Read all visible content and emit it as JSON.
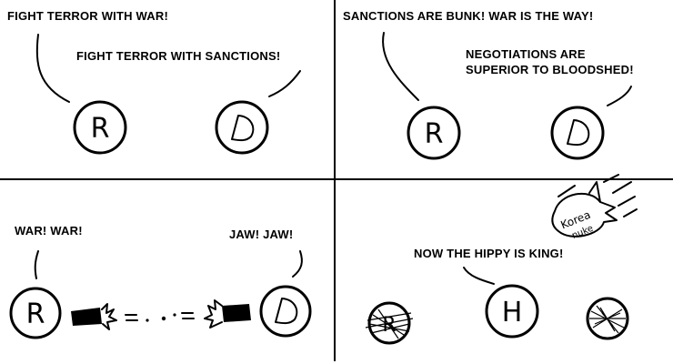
{
  "panels": [
    {
      "r_caption": "FIGHT TERROR WITH WAR!",
      "d_caption": "FIGHT TERROR WITH SANCTIONS!",
      "r_letter": "R",
      "d_letter": "D"
    },
    {
      "r_caption": "SANCTIONS ARE BUNK! WAR IS THE WAY!",
      "d_caption_line1": "NEGOTIATIONS ARE",
      "d_caption_line2": "SUPERIOR TO BLOODSHED!",
      "r_letter": "R",
      "d_letter": "D"
    },
    {
      "r_caption": "WAR! WAR!",
      "d_caption": "JAW! JAW!",
      "r_letter": "R",
      "d_letter": "D"
    },
    {
      "h_caption": "NOW THE HIPPY IS KING!",
      "h_letter": "H",
      "dead_r_letter": "R",
      "nuke_line1": "Korea",
      "nuke_line2": "nuke"
    }
  ]
}
